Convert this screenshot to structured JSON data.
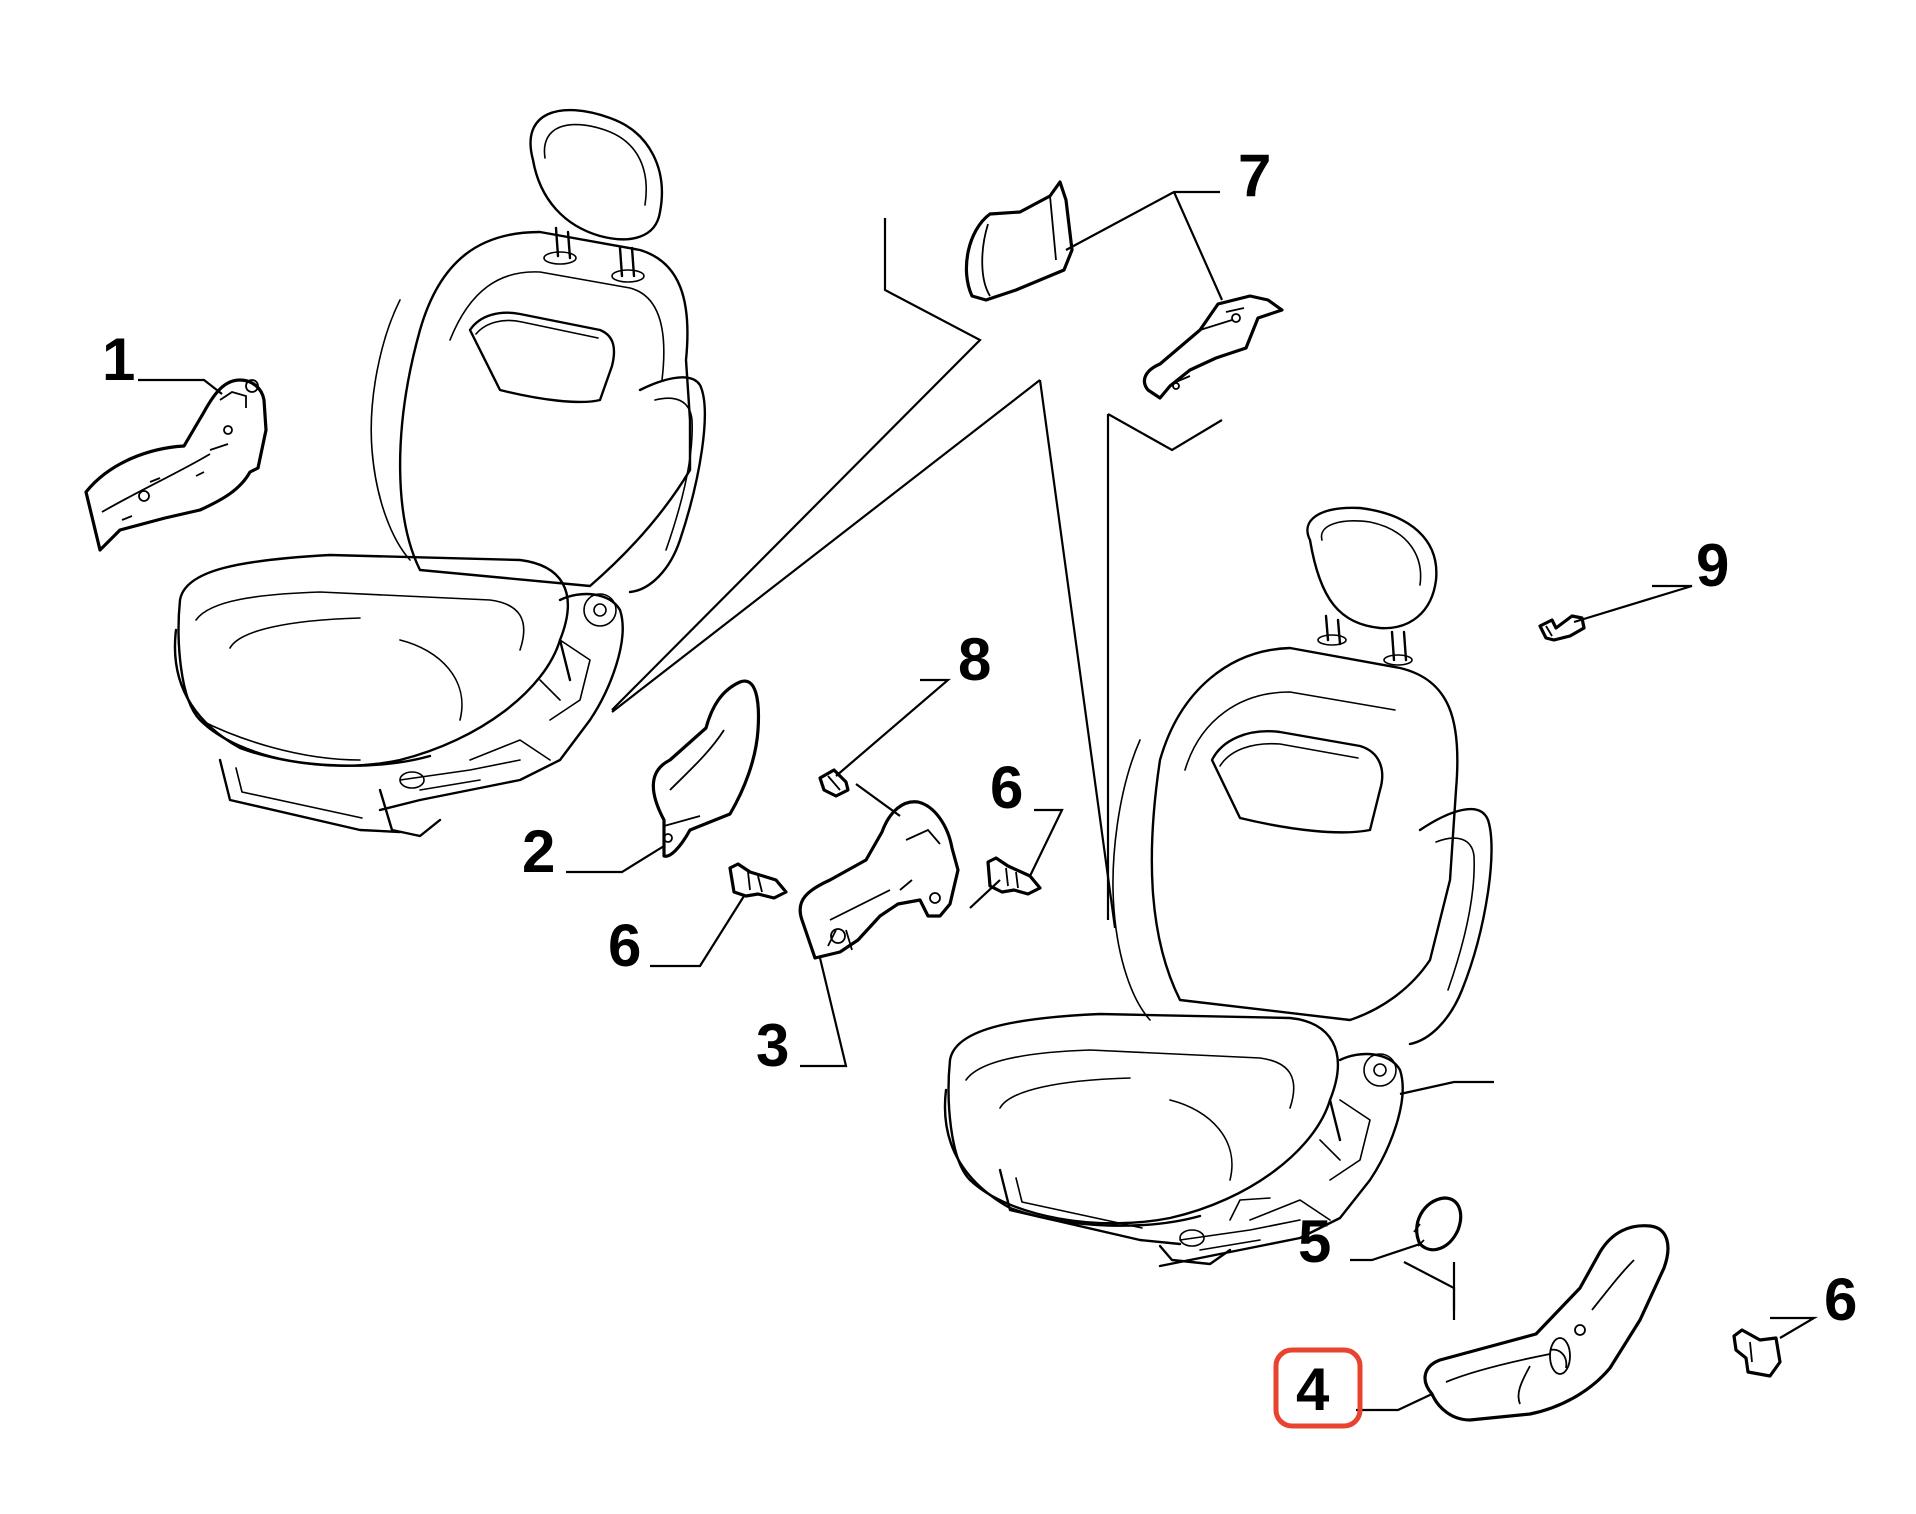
{
  "callouts": {
    "c1": "1",
    "c2": "2",
    "c3": "3",
    "c4": "4",
    "c5": "5",
    "c6a": "6",
    "c6b": "6",
    "c6c": "6",
    "c7": "7",
    "c8": "8",
    "c9": "9"
  },
  "highlight": {
    "callout": "4",
    "color": "#e8432f"
  }
}
